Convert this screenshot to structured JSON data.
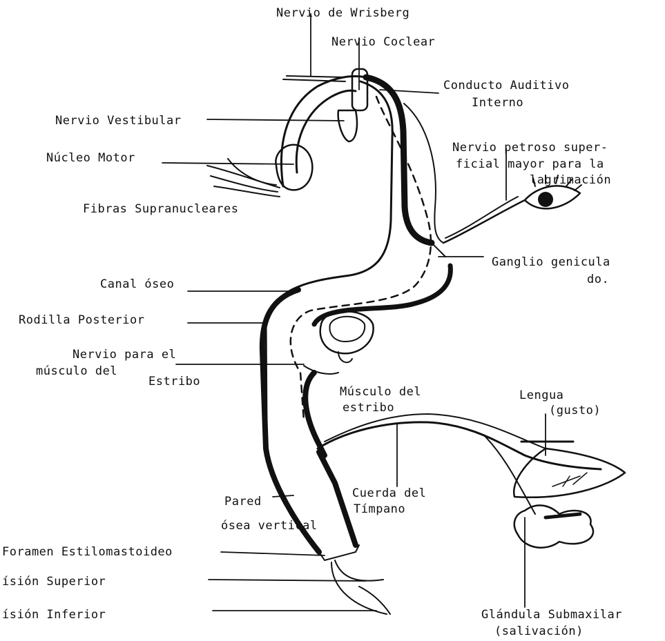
{
  "labels": {
    "nervio_wrisberg": "Nervio de Wrisberg",
    "nervio_coclear": "Nervio Coclear",
    "conducto_auditivo_1": "Conducto Auditivo",
    "conducto_auditivo_2": "Interno",
    "nervio_vestibular": "Nervio Vestibular",
    "nucleo_motor": "Núcleo Motor",
    "petroso_1": "Nervio petroso super-",
    "petroso_2": "ficial mayor para la",
    "petroso_3": "lagrimación",
    "fibras_supranucleares": "Fibras Supranucleares",
    "ganglio_1": "Ganglio genicula",
    "ganglio_2": "do.",
    "canal_oseo": "Canal óseo",
    "rodilla_posterior": "Rodilla Posterior",
    "nervio_musculo_1": "Nervio para el",
    "nervio_musculo_2": "músculo del",
    "nervio_musculo_3": "Estribo",
    "musculo_estribo_1": "Músculo del",
    "musculo_estribo_2": "estribo",
    "lengua_1": "Lengua",
    "lengua_2": "(gusto)",
    "pared_1": "Pared",
    "pared_2": "ósea vertical",
    "cuerda_1": "Cuerda del",
    "cuerda_2": "Tímpano",
    "foramen": "Foramen Estilomastoideo",
    "division_superior": "ísión Superior",
    "division_inferior": "ísión  Inferior",
    "glandula_1": "Glándula Submaxilar",
    "glandula_2": "(salivación)"
  }
}
